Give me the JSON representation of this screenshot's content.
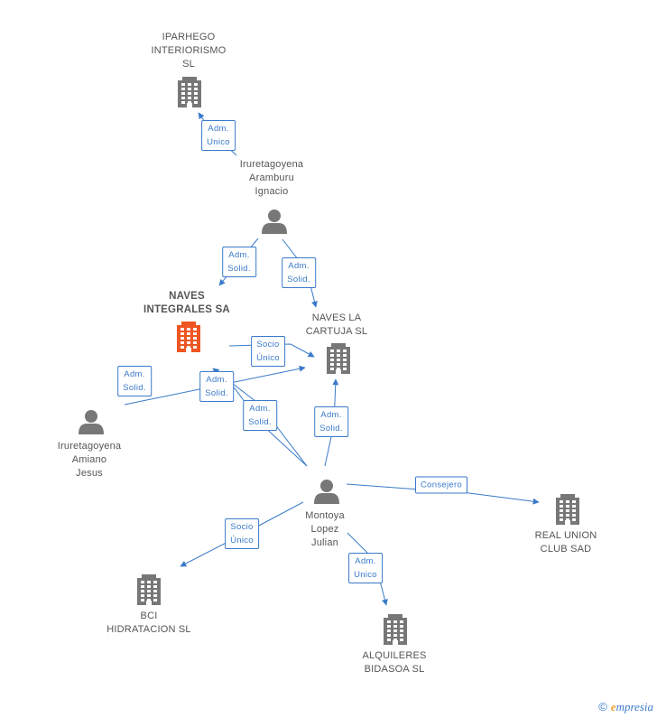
{
  "colors": {
    "edge": "#3a7ac9",
    "icon": "#777777",
    "highlight": "#ee5522",
    "label": "#555555"
  },
  "nodes": [
    {
      "id": "iparhego",
      "type": "company",
      "label": "IPARHEGO\nINTERIORISMO\nSL"
    },
    {
      "id": "iruretagoyena_aramburu",
      "type": "person",
      "label": "Iruretagoyena\nAramburu\nIgnacio"
    },
    {
      "id": "naves_integrales",
      "type": "company",
      "label": "NAVES\nINTEGRALES SA",
      "main": true
    },
    {
      "id": "naves_la_cartuja",
      "type": "company",
      "label": "NAVES LA\nCARTUJA SL"
    },
    {
      "id": "iruretagoyena_amiano",
      "type": "person",
      "label": "Iruretagoyena\nAmiano\nJesus"
    },
    {
      "id": "montoya",
      "type": "person",
      "label": "Montoya\nLopez\nJulian"
    },
    {
      "id": "real_union",
      "type": "company",
      "label": "REAL UNION\nCLUB SAD"
    },
    {
      "id": "bci",
      "type": "company",
      "label": "BCI\nHIDRATACION SL"
    },
    {
      "id": "alquileres",
      "type": "company",
      "label": "ALQUILERES\nBIDASOA SL"
    }
  ],
  "edges": [
    {
      "id": "e1",
      "label": "Adm.\nUnico"
    },
    {
      "id": "e2",
      "label": "Adm.\nSolid."
    },
    {
      "id": "e3",
      "label": "Adm.\nSolid."
    },
    {
      "id": "e4",
      "label": "Socio\nÚnico"
    },
    {
      "id": "e5",
      "label": "Adm.\nSolid."
    },
    {
      "id": "e6",
      "label": "Adm.\nSolid."
    },
    {
      "id": "e7",
      "label": "Adm.\nSolid."
    },
    {
      "id": "e8",
      "label": "Adm.\nSolid."
    },
    {
      "id": "e9",
      "label": "Consejero"
    },
    {
      "id": "e10",
      "label": "Socio\nÚnico"
    },
    {
      "id": "e11",
      "label": "Adm.\nUnico"
    }
  ],
  "brand": {
    "copyright": "©",
    "initial": "e",
    "rest": "mpresia"
  }
}
